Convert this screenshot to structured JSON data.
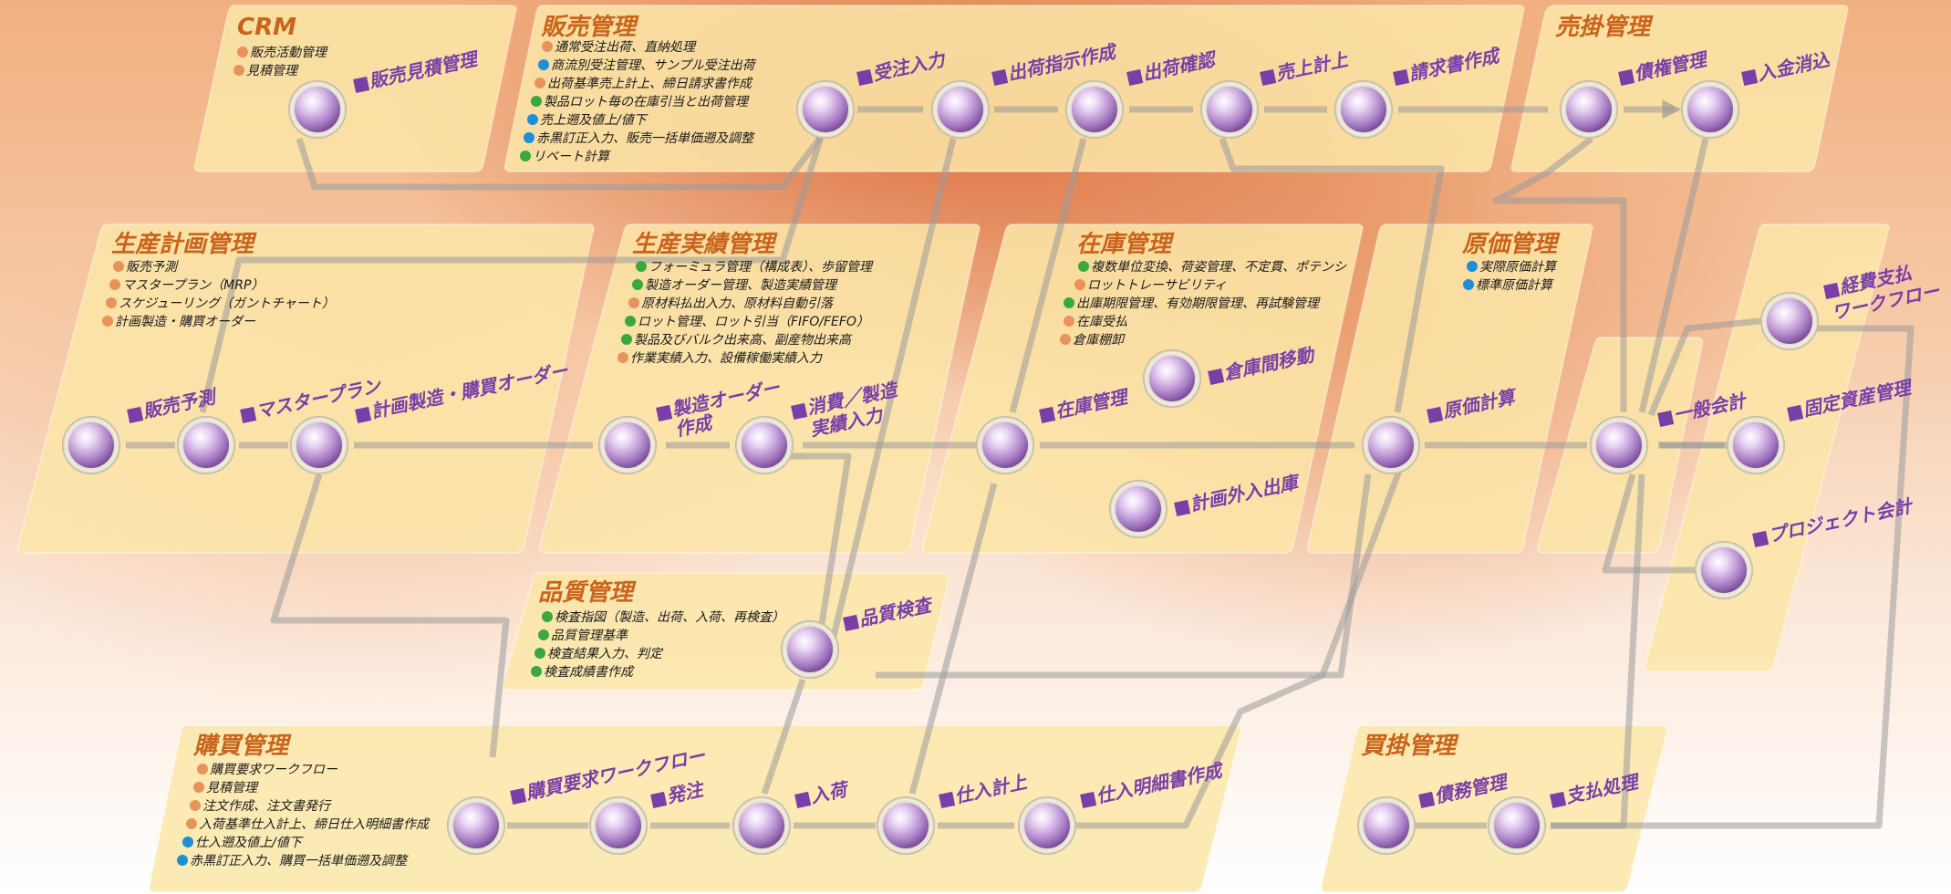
{
  "colors": {
    "orange_dot": "#e8935a",
    "blue_dot": "#1c8fd6",
    "green_dot": "#3aa83a",
    "title": "#c8641c",
    "node_label": "#7a3ea8"
  },
  "crm": {
    "title": "CRM",
    "items": [
      {
        "dot": "orange",
        "text": "販売活動管理"
      },
      {
        "dot": "orange",
        "text": "見積管理"
      }
    ],
    "nodes": [
      "■販売見積管理"
    ]
  },
  "sales": {
    "title": "販売管理",
    "items": [
      {
        "dot": "orange",
        "text": "通常受注出荷、直納処理"
      },
      {
        "dot": "blue",
        "text": "商流別受注管理、サンプル受注出荷"
      },
      {
        "dot": "orange",
        "text": "出荷基準売上計上、締日請求書作成"
      },
      {
        "dot": "green",
        "text": "製品ロット毎の在庫引当と出荷管理"
      },
      {
        "dot": "blue",
        "text": "売上遡及値上/値下"
      },
      {
        "dot": "blue",
        "text": "赤黒訂正入力、販売一括単価遡及調整"
      },
      {
        "dot": "green",
        "text": "リベート計算"
      }
    ],
    "nodes": [
      "■受注入力",
      "■出荷指示作成",
      "■出荷確認",
      "■売上計上",
      "■請求書作成"
    ]
  },
  "receivables": {
    "title": "売掛管理",
    "nodes": [
      "■債権管理",
      "■入金消込"
    ]
  },
  "production_plan": {
    "title": "生産計画管理",
    "items": [
      {
        "dot": "orange",
        "text": "販売予測"
      },
      {
        "dot": "orange",
        "text": "マスタープラン（MRP）"
      },
      {
        "dot": "orange",
        "text": "スケジューリング（ガントチャート）"
      },
      {
        "dot": "orange",
        "text": "計画製造・購買オーダー"
      }
    ],
    "nodes": [
      "■販売予測",
      "■マスタープラン",
      "■計画製造・購買オーダー"
    ]
  },
  "production_actual": {
    "title": "生産実績管理",
    "items": [
      {
        "dot": "green",
        "text": "フォーミュラ管理（構成表）、歩留管理"
      },
      {
        "dot": "green",
        "text": "製造オーダー管理、製造実績管理"
      },
      {
        "dot": "orange",
        "text": "原材料払出入力、原材料自動引落"
      },
      {
        "dot": "green",
        "text": "ロット管理、ロット引当（FIFO/FEFO）"
      },
      {
        "dot": "green",
        "text": "製品及びバルク出来高、副産物出来高"
      },
      {
        "dot": "orange",
        "text": "作業実績入力、設備稼働実績入力"
      }
    ],
    "nodes": [
      "■製造オーダー",
      "作成",
      "■消費／製造",
      "実績入力"
    ]
  },
  "inventory": {
    "title": "在庫管理",
    "items": [
      {
        "dot": "green",
        "text": "複数単位変換、荷姿管理、不定貫、ポテンシ"
      },
      {
        "dot": "orange",
        "text": "ロットトレーサビリティ"
      },
      {
        "dot": "green",
        "text": "出庫期限管理、有効期限管理、再試験管理"
      },
      {
        "dot": "orange",
        "text": "在庫受払"
      },
      {
        "dot": "orange",
        "text": "倉庫棚卸"
      }
    ],
    "nodes": [
      "■倉庫間移動",
      "■在庫管理",
      "■計画外入出庫"
    ]
  },
  "cost": {
    "title": "原価管理",
    "items": [
      {
        "dot": "blue",
        "text": "実際原価計算"
      },
      {
        "dot": "blue",
        "text": "標準原価計算"
      }
    ],
    "nodes": [
      "■原価計算"
    ]
  },
  "accounting": {
    "nodes": [
      "■経費支払",
      "ワークフロー",
      "■一般会計",
      "■固定資産管理",
      "■プロジェクト会計"
    ]
  },
  "quality": {
    "title": "品質管理",
    "items": [
      {
        "dot": "green",
        "text": "検査指図（製造、出荷、入荷、再検査）"
      },
      {
        "dot": "green",
        "text": "品質管理基準"
      },
      {
        "dot": "green",
        "text": "検査結果入力、判定"
      },
      {
        "dot": "green",
        "text": "検査成績書作成"
      }
    ],
    "nodes": [
      "■品質検査"
    ]
  },
  "purchasing": {
    "title": "購買管理",
    "items": [
      {
        "dot": "orange",
        "text": "購買要求ワークフロー"
      },
      {
        "dot": "orange",
        "text": "見積管理"
      },
      {
        "dot": "orange",
        "text": "注文作成、注文書発行"
      },
      {
        "dot": "orange",
        "text": "入荷基準仕入計上、締日仕入明細書作成"
      },
      {
        "dot": "blue",
        "text": "仕入遡及値上/値下"
      },
      {
        "dot": "blue",
        "text": "赤黒訂正入力、購買一括単価遡及調整"
      }
    ],
    "nodes": [
      "■購買要求ワークフロー",
      "■発注",
      "■入荷",
      "■仕入計上",
      "■仕入明細書作成"
    ]
  },
  "payables": {
    "title": "買掛管理",
    "nodes": [
      "■債務管理",
      "■支払処理"
    ]
  }
}
